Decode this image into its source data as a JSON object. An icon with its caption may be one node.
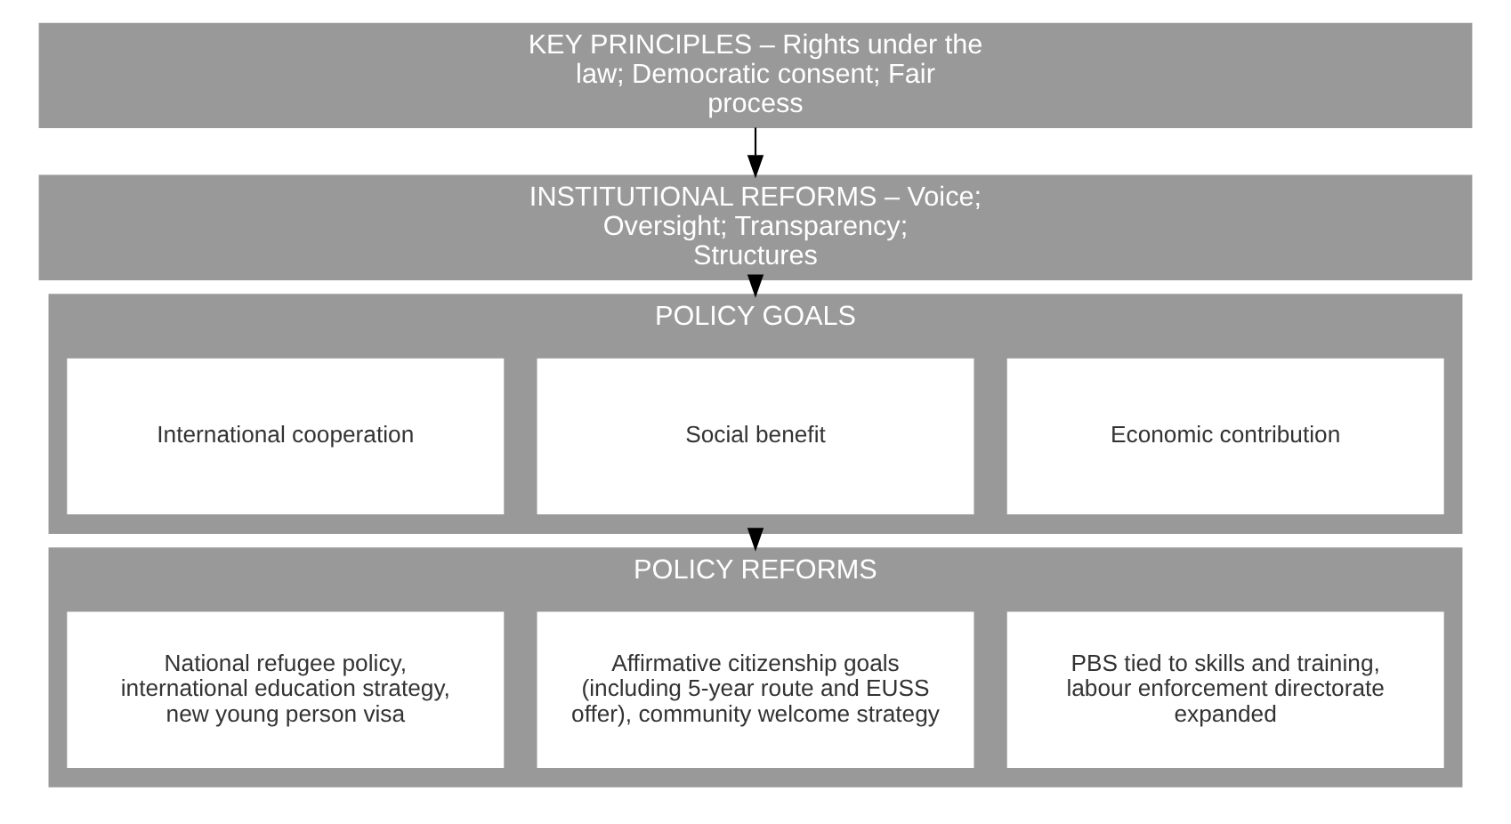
{
  "diagram": {
    "nodes": [
      {
        "text": [
          "KEY PRINCIPLES – Rights under the law; Democratic consent; Fair process"
        ]
      },
      {
        "text": [
          "INSTITUTIONAL REFORMS – Voice; Oversight; Transparency; Structures"
        ]
      },
      {
        "text": [
          "POLICY GOALS"
        ]
      },
      {
        "text": [
          "International cooperation"
        ],
        "in": 2
      },
      {
        "text": [
          "Social benefit"
        ],
        "in": 2
      },
      {
        "text": [
          "Economic contribution"
        ],
        "in": 2
      },
      {
        "text": [
          "POLICY REFORMS"
        ]
      },
      {
        "text": [
          "National refugee policy, international education strategy, new young person visa"
        ],
        "in": 6
      },
      {
        "text": [
          "Affirmative citizenship goals (including 5-year route and EUSS offer), community welcome strategy"
        ],
        "in": 6
      },
      {
        "text": [
          "PBS tied to skills and training, labour enforcement directorate expanded"
        ],
        "in": 6
      }
    ],
    "edges": [
      {
        "from": 0,
        "to": 1,
        "arrow": "to"
      },
      {
        "from": 1,
        "to": 2,
        "arrow": "to"
      },
      {
        "from": 2,
        "to": 6,
        "arrow": "to"
      }
    ]
  }
}
